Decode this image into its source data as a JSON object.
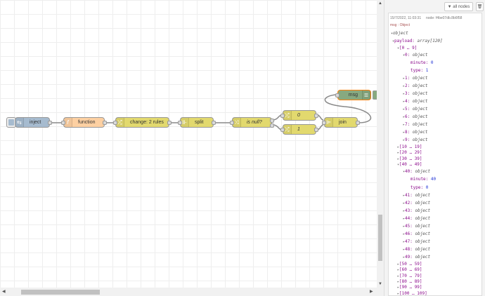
{
  "workspace": {
    "nodes": {
      "inject": "inject",
      "function": "function",
      "change": "change: 2 rules",
      "split": "split",
      "switch": "is null?",
      "c0": "0",
      "c1": "1",
      "join": "join",
      "debug": "msg"
    }
  },
  "sidebar": {
    "all_nodes": "all nodes",
    "timestamp": "15/7/2022, 11:03:31",
    "node_id": "node: f4be07db.8b6f58",
    "msg_type": "msg : Object",
    "tree": [
      {
        "d": 0,
        "a": "▾",
        "k": "",
        "v": "object",
        "c": "t"
      },
      {
        "d": 1,
        "a": "▾",
        "k": "payload",
        "v": "array[120]",
        "c": "t"
      },
      {
        "d": 2,
        "a": "▾",
        "k": "",
        "v": "[0 … 9]",
        "c": "k"
      },
      {
        "d": 3,
        "a": "▾",
        "k": "0",
        "v": "object",
        "c": "t"
      },
      {
        "d": 4,
        "a": "",
        "k": "minute",
        "v": "0",
        "c": "n"
      },
      {
        "d": 4,
        "a": "",
        "k": "type",
        "v": "1",
        "c": "n"
      },
      {
        "d": 3,
        "a": "▸",
        "k": "1",
        "v": "object",
        "c": "t"
      },
      {
        "d": 3,
        "a": "▸",
        "k": "2",
        "v": "object",
        "c": "t"
      },
      {
        "d": 3,
        "a": "▸",
        "k": "3",
        "v": "object",
        "c": "t"
      },
      {
        "d": 3,
        "a": "▸",
        "k": "4",
        "v": "object",
        "c": "t"
      },
      {
        "d": 3,
        "a": "▸",
        "k": "5",
        "v": "object",
        "c": "t"
      },
      {
        "d": 3,
        "a": "▸",
        "k": "6",
        "v": "object",
        "c": "t"
      },
      {
        "d": 3,
        "a": "▸",
        "k": "7",
        "v": "object",
        "c": "t"
      },
      {
        "d": 3,
        "a": "▸",
        "k": "8",
        "v": "object",
        "c": "t"
      },
      {
        "d": 3,
        "a": "▸",
        "k": "9",
        "v": "object",
        "c": "t"
      },
      {
        "d": 2,
        "a": "▸",
        "k": "",
        "v": "[10 … 19]",
        "c": "k"
      },
      {
        "d": 2,
        "a": "▸",
        "k": "",
        "v": "[20 … 29]",
        "c": "k"
      },
      {
        "d": 2,
        "a": "▸",
        "k": "",
        "v": "[30 … 39]",
        "c": "k"
      },
      {
        "d": 2,
        "a": "▾",
        "k": "",
        "v": "[40 … 49]",
        "c": "k"
      },
      {
        "d": 3,
        "a": "▾",
        "k": "40",
        "v": "object",
        "c": "t"
      },
      {
        "d": 4,
        "a": "",
        "k": "minute",
        "v": "40",
        "c": "n"
      },
      {
        "d": 4,
        "a": "",
        "k": "type",
        "v": "0",
        "c": "n"
      },
      {
        "d": 3,
        "a": "▸",
        "k": "41",
        "v": "object",
        "c": "t"
      },
      {
        "d": 3,
        "a": "▸",
        "k": "42",
        "v": "object",
        "c": "t"
      },
      {
        "d": 3,
        "a": "▸",
        "k": "43",
        "v": "object",
        "c": "t"
      },
      {
        "d": 3,
        "a": "▸",
        "k": "44",
        "v": "object",
        "c": "t"
      },
      {
        "d": 3,
        "a": "▸",
        "k": "45",
        "v": "object",
        "c": "t"
      },
      {
        "d": 3,
        "a": "▸",
        "k": "46",
        "v": "object",
        "c": "t"
      },
      {
        "d": 3,
        "a": "▸",
        "k": "47",
        "v": "object",
        "c": "t"
      },
      {
        "d": 3,
        "a": "▸",
        "k": "48",
        "v": "object",
        "c": "t"
      },
      {
        "d": 3,
        "a": "▸",
        "k": "49",
        "v": "object",
        "c": "t"
      },
      {
        "d": 2,
        "a": "▸",
        "k": "",
        "v": "[50 … 59]",
        "c": "k"
      },
      {
        "d": 2,
        "a": "▸",
        "k": "",
        "v": "[60 … 69]",
        "c": "k"
      },
      {
        "d": 2,
        "a": "▸",
        "k": "",
        "v": "[70 … 79]",
        "c": "k"
      },
      {
        "d": 2,
        "a": "▸",
        "k": "",
        "v": "[80 … 89]",
        "c": "k"
      },
      {
        "d": 2,
        "a": "▸",
        "k": "",
        "v": "[90 … 99]",
        "c": "k"
      },
      {
        "d": 2,
        "a": "▸",
        "k": "",
        "v": "[100 … 109]",
        "c": "k"
      }
    ]
  }
}
